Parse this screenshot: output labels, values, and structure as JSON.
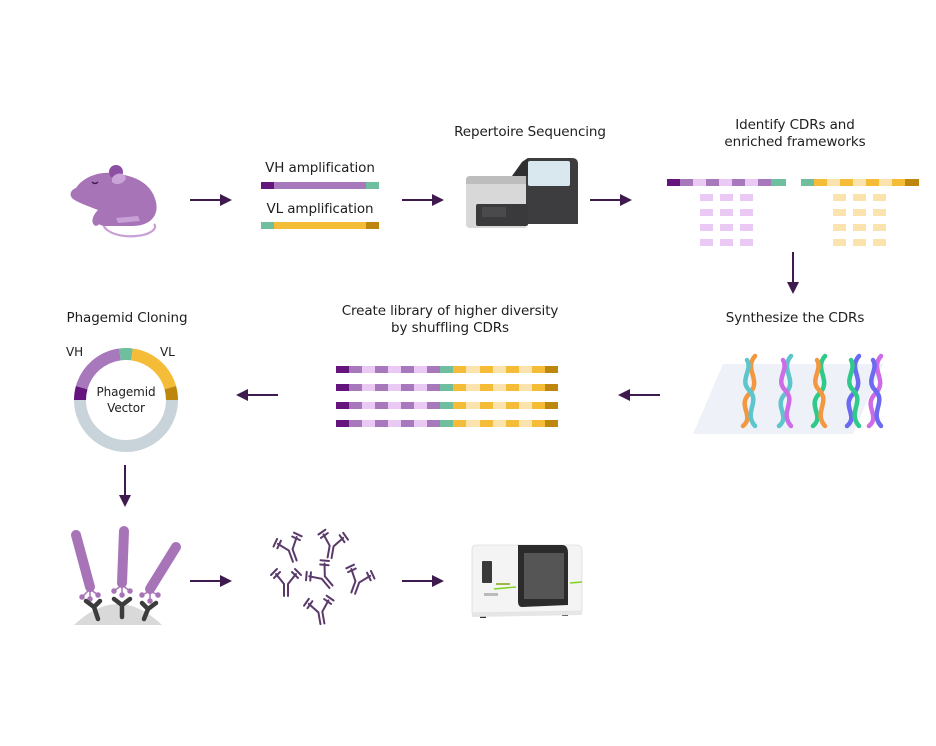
{
  "colors": {
    "arrow": "#3e1a4f",
    "purple_dark": "#65137d",
    "purple_mid": "#a878bc",
    "purple_light": "#ebc9f5",
    "teal": "#6fbf9f",
    "gold": "#f5bc37",
    "gold_light": "#fbe3ad",
    "gold_dark": "#bd870f",
    "vector_grey": "#c8d3da",
    "mouse": "#a874b8"
  },
  "steps": {
    "amplification": {
      "vh_label": "VH amplification",
      "vl_label": "VL amplification"
    },
    "sequencing": {
      "title": "Repertoire Sequencing"
    },
    "identify": {
      "title_line1": "Identify CDRs and",
      "title_line2": "enriched frameworks"
    },
    "synthesize": {
      "title": "Synthesize the CDRs"
    },
    "library": {
      "title_line1": "Create library of higher diversity",
      "title_line2": "by shuffling CDRs"
    },
    "cloning": {
      "title": "Phagemid Cloning",
      "vh": "VH",
      "vl": "VL",
      "center_line1": "Phagemid",
      "center_line2": "Vector"
    }
  },
  "icons": {
    "mouse": "mouse-icon",
    "sequencer": "sequencer-instrument-icon",
    "plate": "dna-strands-on-plate-icon",
    "phage": "phage-display-icon",
    "antibodies": "antibody-cluster-icon",
    "screening": "screening-instrument-icon"
  }
}
